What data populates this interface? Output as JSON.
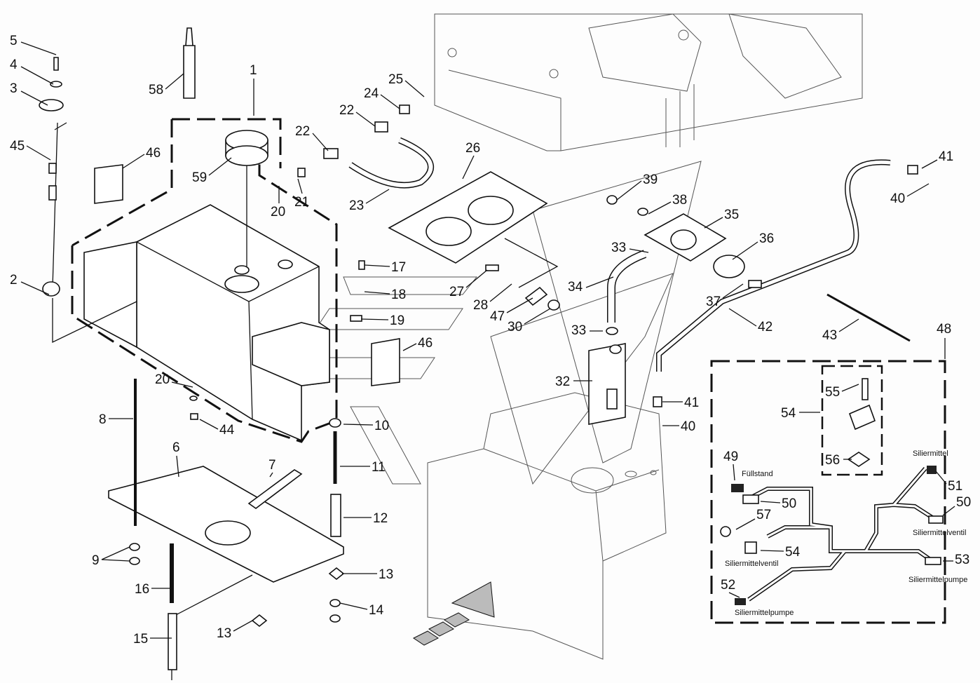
{
  "callouts": [
    "5",
    "4",
    "3",
    "45",
    "46",
    "58",
    "1",
    "59",
    "20",
    "21",
    "22",
    "22",
    "24",
    "25",
    "23",
    "26",
    "2",
    "17",
    "18",
    "19",
    "27",
    "28",
    "47",
    "30",
    "39",
    "38",
    "35",
    "33",
    "36",
    "34",
    "37",
    "33",
    "32",
    "41",
    "40",
    "42",
    "43",
    "48",
    "41",
    "40",
    "55",
    "54",
    "56",
    "49",
    "50",
    "57",
    "54",
    "51",
    "50",
    "53",
    "52",
    "20",
    "44",
    "10",
    "11",
    "12",
    "8",
    "6",
    "7",
    "9",
    "13",
    "14",
    "16",
    "15",
    "13",
    "46"
  ],
  "harness_labels": {
    "fuellstand": "Füllstand",
    "siliermittel": "Siliermittel",
    "siliermittelventil_right": "Siliermittelventil",
    "siliermittelventil_left": "Siliermittelventil",
    "siliermittelpumpe_right": "Siliermittelpumpe",
    "siliermittelpumpe_left": "Siliermittelpumpe"
  }
}
